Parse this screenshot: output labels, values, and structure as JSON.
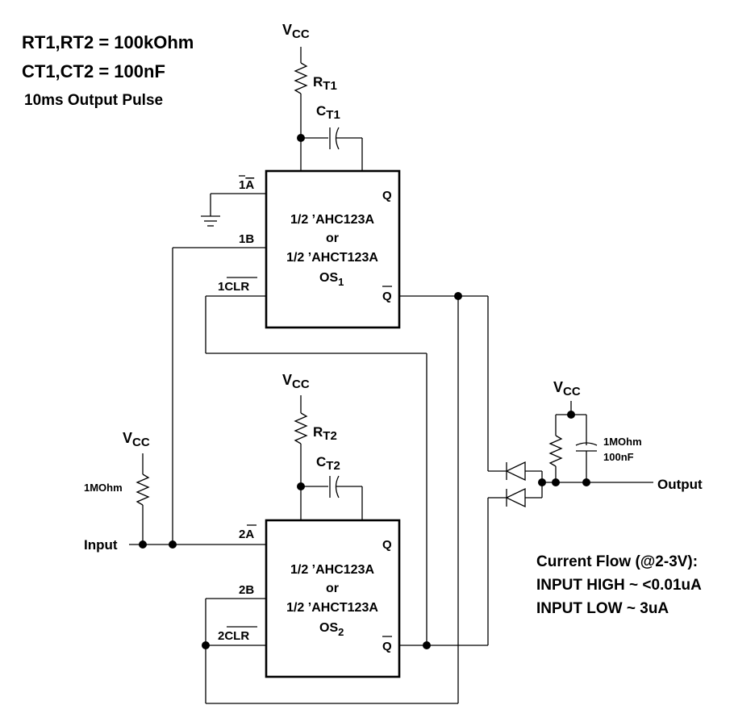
{
  "notes": {
    "line1": "RT1,RT2 = 100kOhm",
    "line2": "CT1,CT2 = 100nF",
    "line3": "10ms Output Pulse",
    "current_title": "Current Flow (@2-3V):",
    "current_high": "INPUT HIGH ~ <0.01uA",
    "current_low": "INPUT LOW ~ 3uA"
  },
  "supply": {
    "v": "V",
    "sub": "CC"
  },
  "os1": {
    "line1": "1/2 ’AHC123A",
    "line2": "or",
    "line3": "1/2 ’AHCT123A",
    "name": "OS",
    "name_sub": "1",
    "pin_a": "1A",
    "pin_a_prefix": "1",
    "pin_a_bar": "A",
    "pin_b": "1B",
    "pin_clr_prefix": "1",
    "pin_clr_bar": "CLR",
    "pin_q": "Q",
    "pin_qbar": "Q"
  },
  "os2": {
    "line1": "1/2 ’AHC123A",
    "line2": "or",
    "line3": "1/2 ’AHCT123A",
    "name": "OS",
    "name_sub": "2",
    "pin_a_prefix": "2",
    "pin_a_bar": "A",
    "pin_b": "2B",
    "pin_clr_prefix": "2",
    "pin_clr_bar": "CLR",
    "pin_q": "Q",
    "pin_qbar": "Q"
  },
  "rt1": {
    "r": "R",
    "sub": "T1"
  },
  "ct1": {
    "c": "C",
    "sub": "T1"
  },
  "rt2": {
    "r": "R",
    "sub": "T2"
  },
  "ct2": {
    "c": "C",
    "sub": "T2"
  },
  "input_pullup": "1MOhm",
  "input_label": "Input",
  "output_resistor": "1MOhm",
  "output_cap": "100nF",
  "output_label": "Output"
}
